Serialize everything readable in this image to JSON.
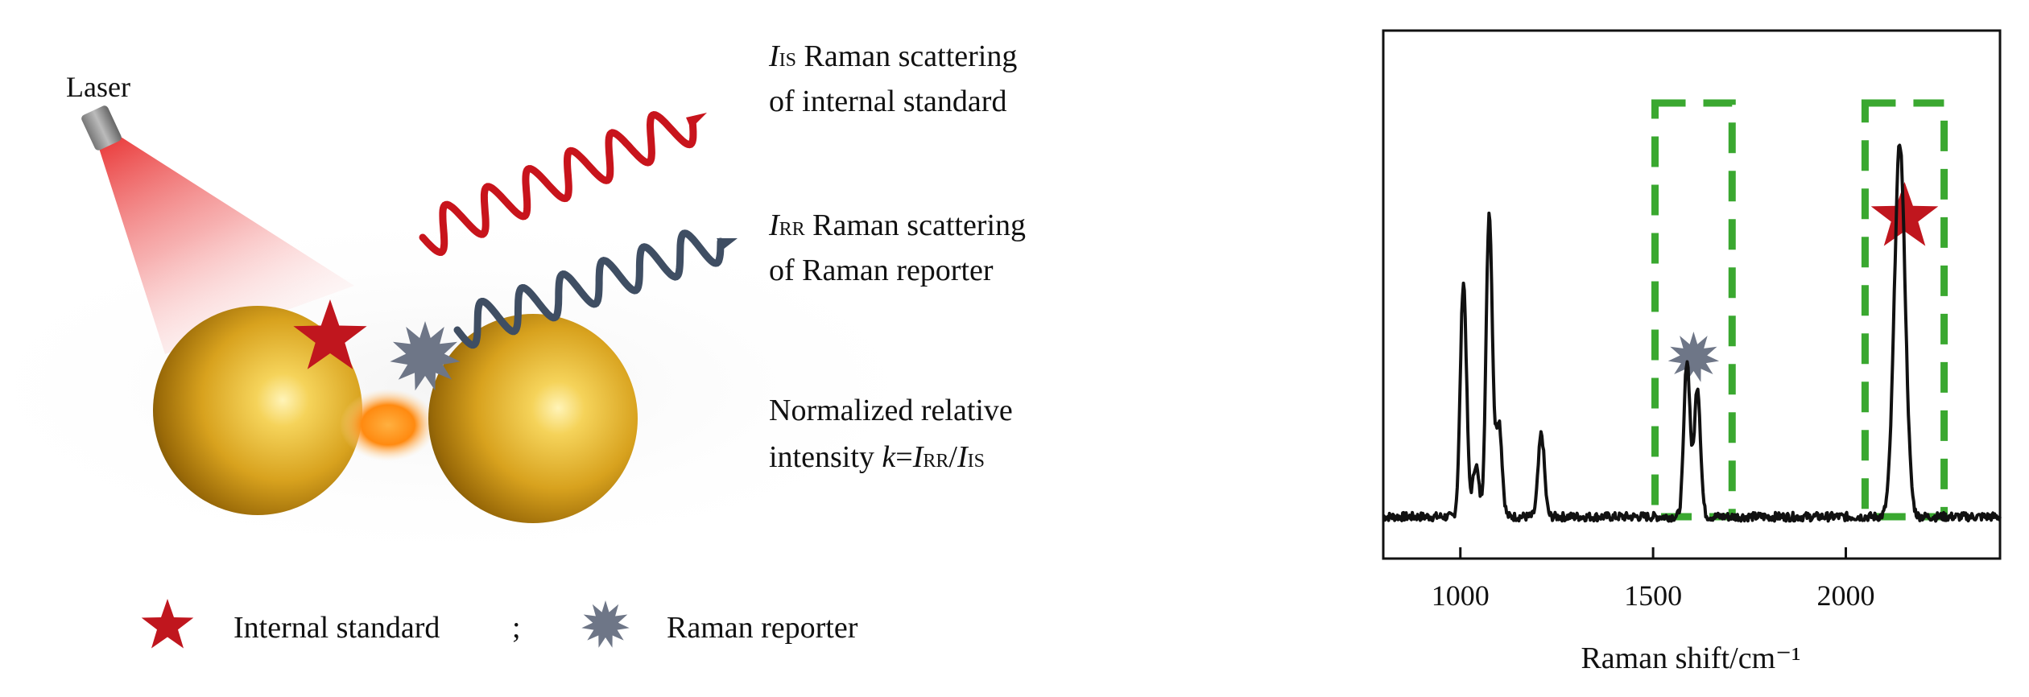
{
  "diagram": {
    "laser_label": "Laser",
    "is_text": {
      "line1_symbol": "I",
      "line1_sub": "IS",
      "line1_rest": " Raman scattering",
      "line2": "of internal standard"
    },
    "rr_text": {
      "line1_symbol": "I",
      "line1_sub": "RR",
      "line1_rest": " Raman scattering",
      "line2": "of Raman reporter"
    },
    "norm_text": {
      "line1": "Normalized relative",
      "line2_prefix": "intensity ",
      "k": "k",
      "eq": "=",
      "i1": "I",
      "sub1": "RR",
      "slash": "/",
      "i2": "I",
      "sub2": "IS"
    },
    "legend": {
      "internal_standard": "Internal standard",
      "separator": ";",
      "raman_reporter": "Raman reporter"
    },
    "colors": {
      "internal_standard_star": "#c0161e",
      "raman_reporter_burst": "#6e7687",
      "is_wave": "#c8141c",
      "rr_wave": "#3f4e63",
      "gold": "#d9a520",
      "hotspot": "#ff8c1a",
      "laser_beam": "#e83a3a"
    }
  },
  "chart_data": {
    "type": "line",
    "xlabel": "Raman shift/cm⁻¹",
    "ylabel": "",
    "xlim": [
      800,
      2400
    ],
    "xticks": [
      1000,
      1500,
      2000
    ],
    "tick_labels": [
      "1000",
      "1500",
      "2000"
    ],
    "grid": false,
    "peaks": [
      {
        "x": 1008,
        "height": 0.54
      },
      {
        "x": 1040,
        "height": 0.12
      },
      {
        "x": 1075,
        "height": 0.7
      },
      {
        "x": 1100,
        "height": 0.22
      },
      {
        "x": 1210,
        "height": 0.19
      },
      {
        "x": 1588,
        "height": 0.36
      },
      {
        "x": 1615,
        "height": 0.3
      },
      {
        "x": 2140,
        "height": 0.86
      }
    ],
    "highlight_boxes": [
      {
        "x_range": [
          1505,
          1705
        ],
        "marker": "raman-reporter"
      },
      {
        "x_range": [
          2050,
          2255
        ],
        "marker": "internal-standard"
      }
    ]
  }
}
